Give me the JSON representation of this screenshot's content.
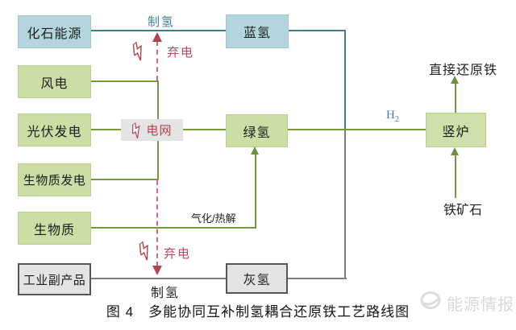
{
  "figure": {
    "caption": "图 4　多能协同互补制氢耦合还原铁工艺路线图",
    "watermark": "能源情报"
  },
  "nodes": {
    "fossil_energy": "化石能源",
    "wind_power": "风电",
    "pv_power": "光伏发电",
    "biomass_power": "生物质发电",
    "biomass": "生物质",
    "industrial_byproduct": "工业副产品",
    "blue_hydrogen": "蓝氢",
    "green_hydrogen": "绿氢",
    "gray_hydrogen": "灰氢",
    "shaft_furnace": "竖炉",
    "power_grid": "电网"
  },
  "flow_labels": {
    "hydrogen_production_top": "制氢",
    "hydrogen_production_bottom": "制氢",
    "curtailed_power_top": "弃电",
    "curtailed_power_bottom": "弃电",
    "gasification_pyrolysis": "气化/热解",
    "h2_symbol": "H",
    "h2_subscript": "2",
    "direct_reduced_iron": "直接还原铁",
    "iron_ore": "铁矿石"
  },
  "colors": {
    "blue_node_fill": "#b3d6de",
    "green_node_fill": "#ccdda5",
    "gray_node_fill": "#e3e3e3",
    "blue_line": "#41798e",
    "green_line": "#78993f",
    "gray_line": "#7d7d7d",
    "red_accent": "#c2455a",
    "blue_text": "#3f7fa0"
  }
}
